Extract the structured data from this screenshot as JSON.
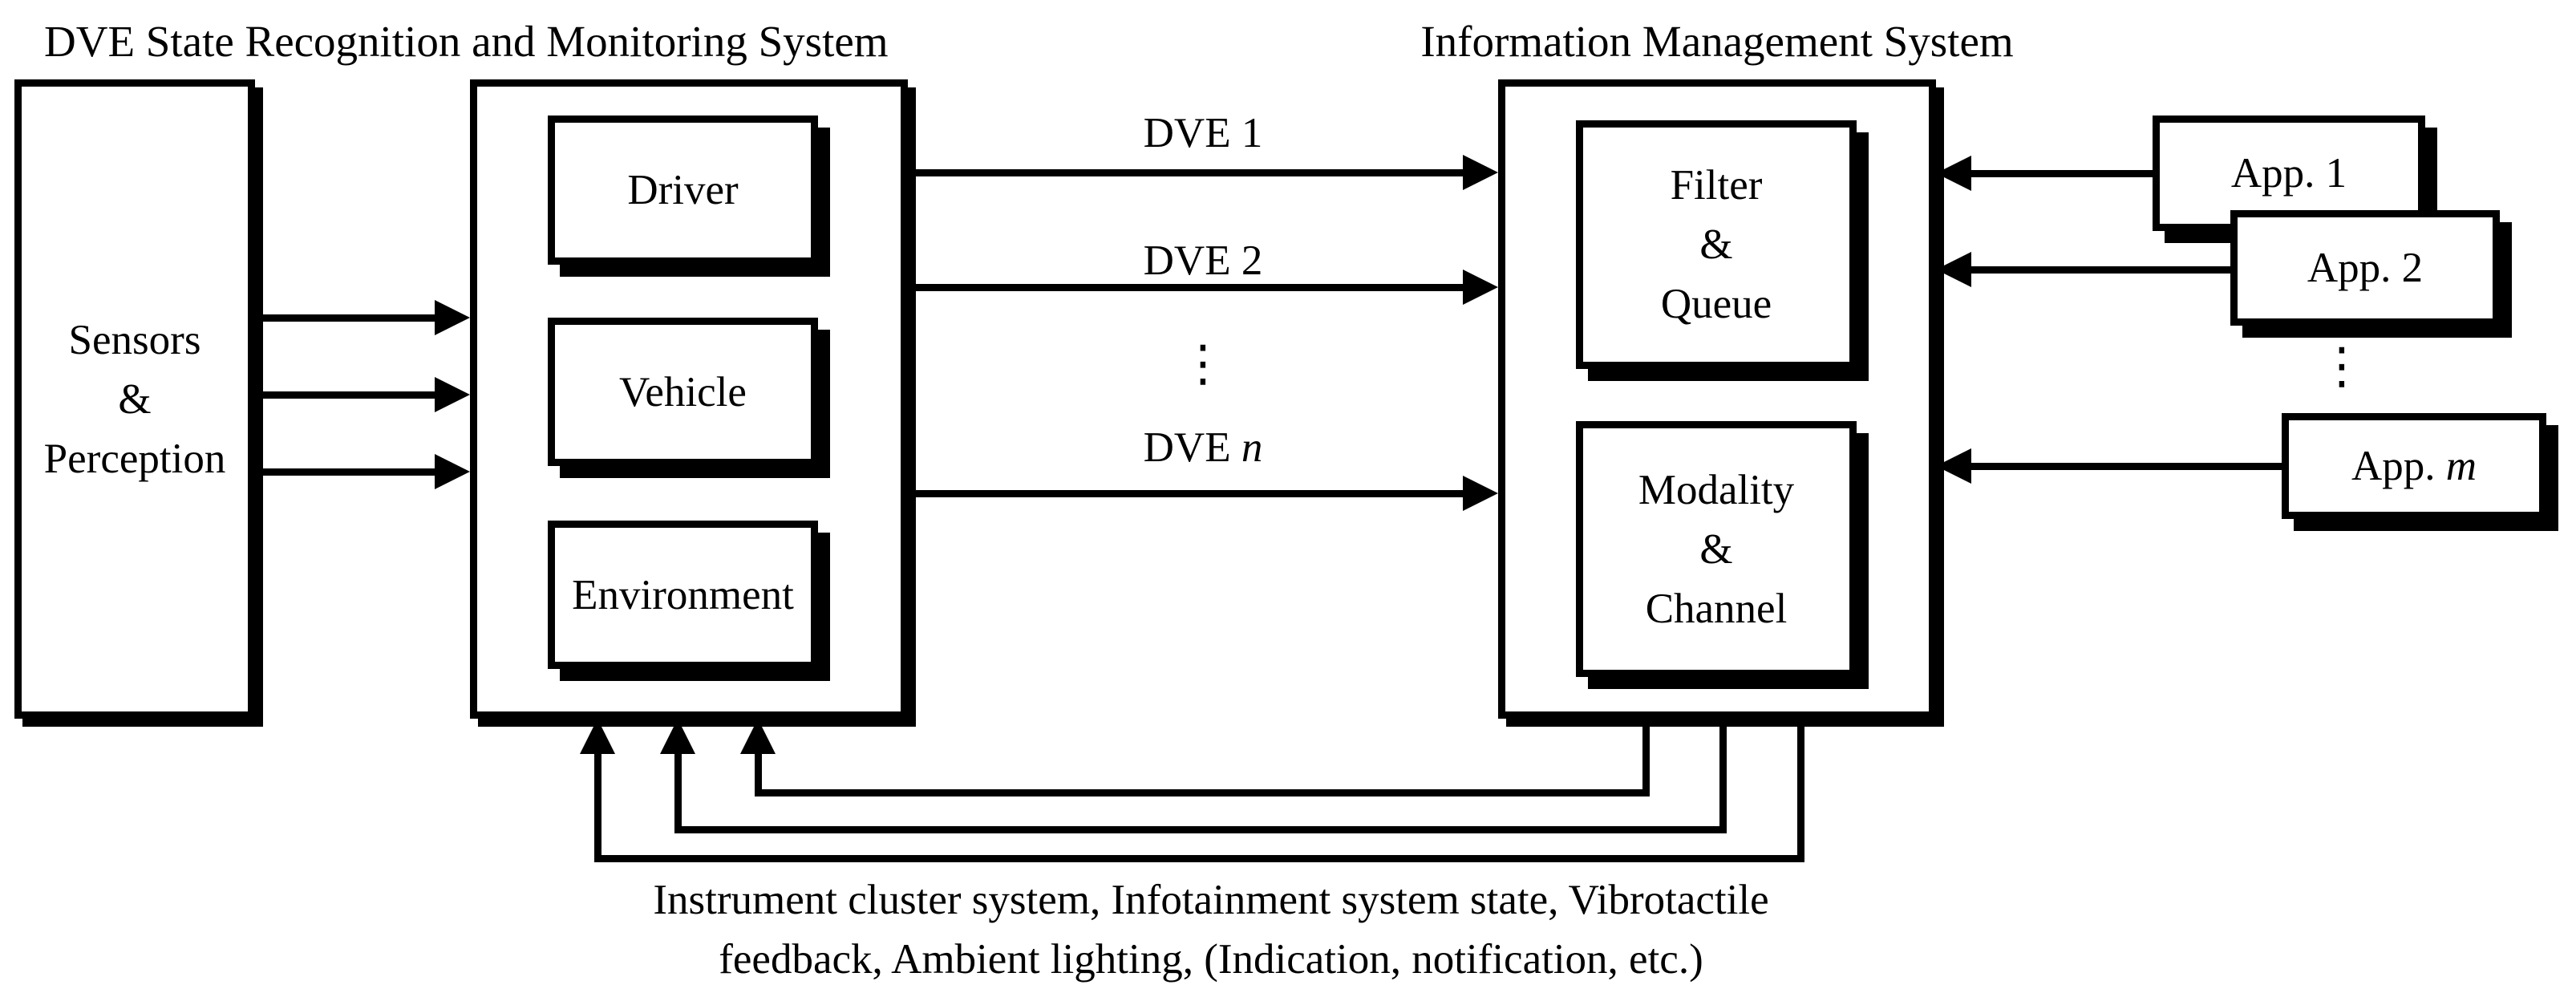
{
  "colors": {
    "ink": "#000000",
    "paper": "#ffffff"
  },
  "titles": {
    "left": "DVE State Recognition and Monitoring System",
    "right": "Information Management System"
  },
  "sensors": {
    "line1": "Sensors",
    "line2": "&",
    "line3": "Perception"
  },
  "monitoring": {
    "driver": "Driver",
    "vehicle": "Vehicle",
    "environment": "Environment"
  },
  "ims": {
    "filter_queue": {
      "line1": "Filter",
      "line2": "&",
      "line3": "Queue"
    },
    "modality_channel": {
      "line1": "Modality",
      "line2": "&",
      "line3": "Channel"
    }
  },
  "dve": {
    "dve1": "DVE 1",
    "dve2": "DVE 2",
    "dven_prefix": "DVE ",
    "dven_var": "n"
  },
  "apps": {
    "app1": "App. 1",
    "app2": "App. 2",
    "appm_prefix": "App. ",
    "appm_var": "m"
  },
  "glyphs": {
    "vertical_ellipsis": "⋮"
  },
  "caption": {
    "line1": "Instrument cluster system, Infotainment system state, Vibrotactile",
    "line2": "feedback, Ambient lighting, (Indication, notification, etc.)"
  }
}
